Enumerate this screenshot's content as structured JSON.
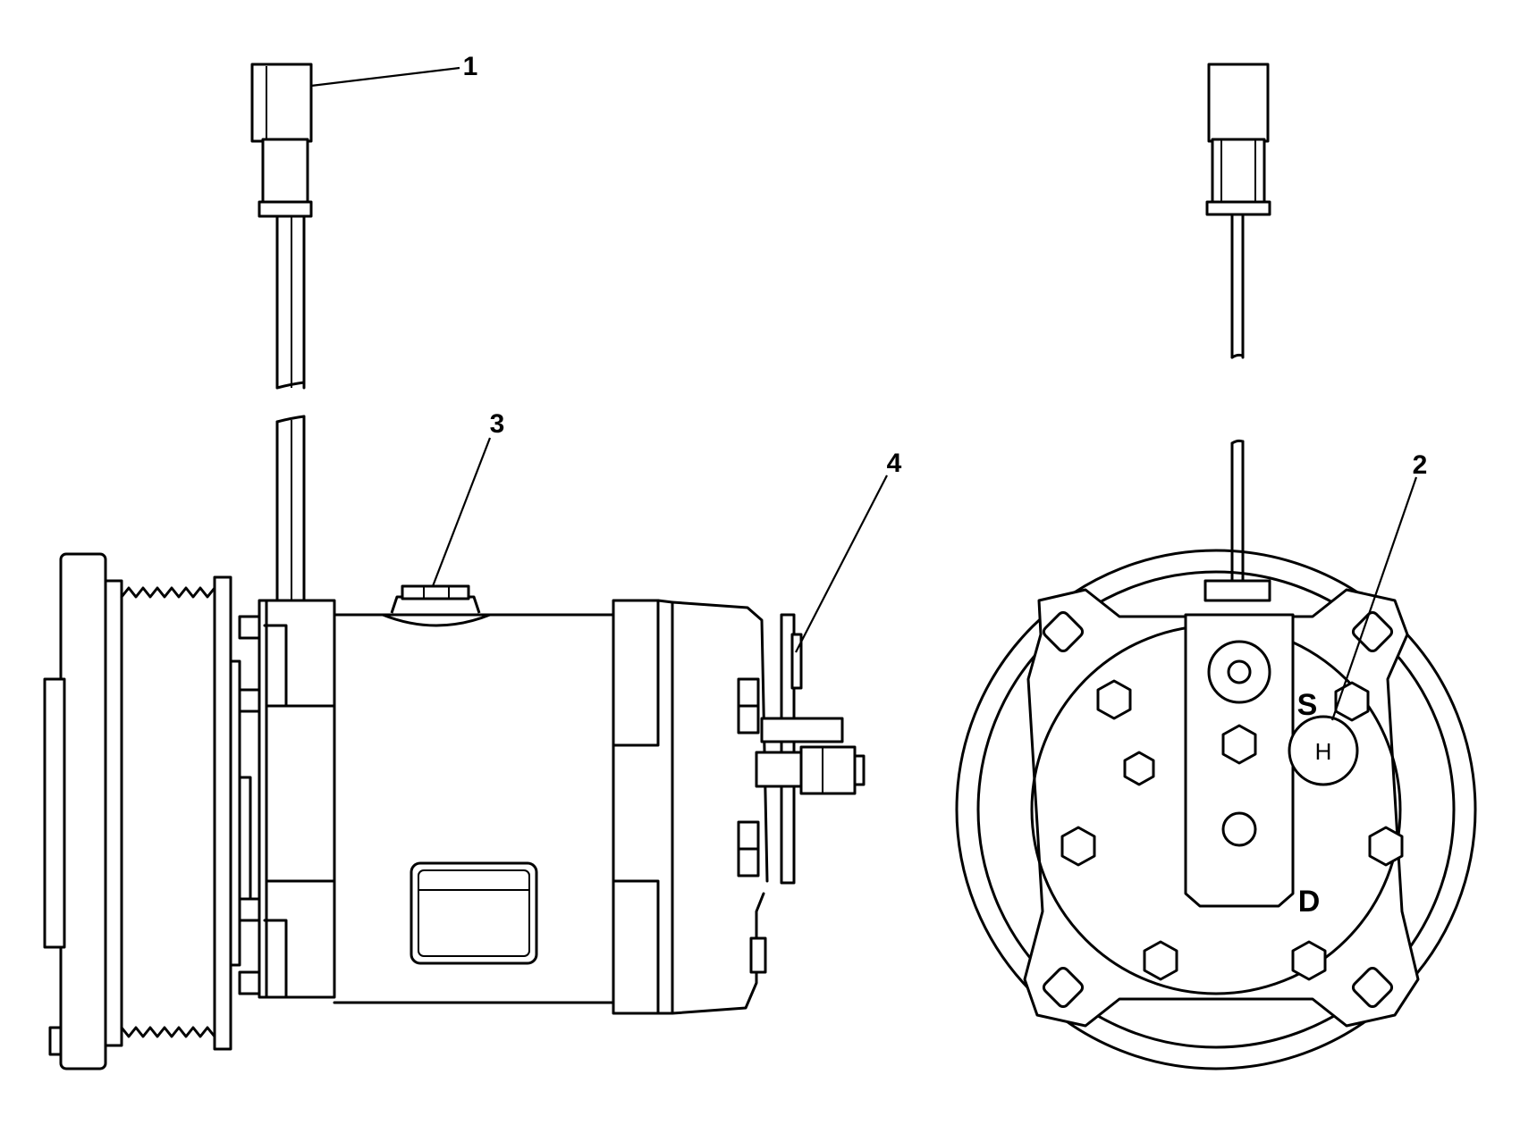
{
  "callouts": {
    "c1": "1",
    "c2": "2",
    "c3": "3",
    "c4": "4"
  },
  "port_labels": {
    "suction": "S",
    "discharge": "D",
    "stamp": "H"
  }
}
